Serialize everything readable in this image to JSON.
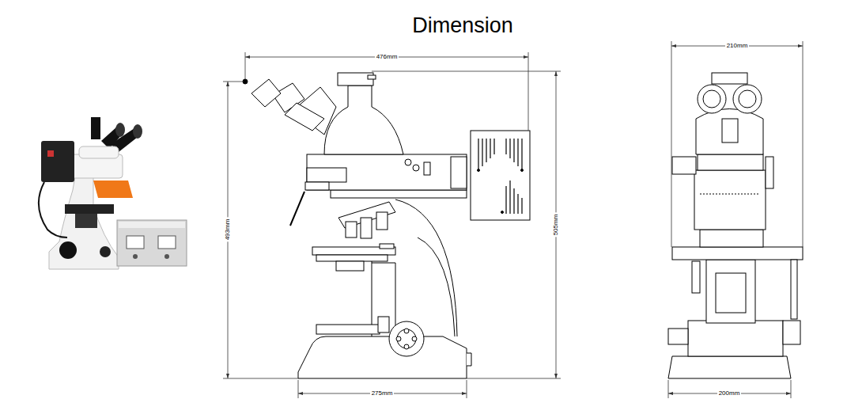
{
  "diagram": {
    "title": "Dimension",
    "labels": [
      "476mm",
      "493mm",
      "505mm",
      "275mm",
      "210mm",
      "200mm"
    ]
  }
}
